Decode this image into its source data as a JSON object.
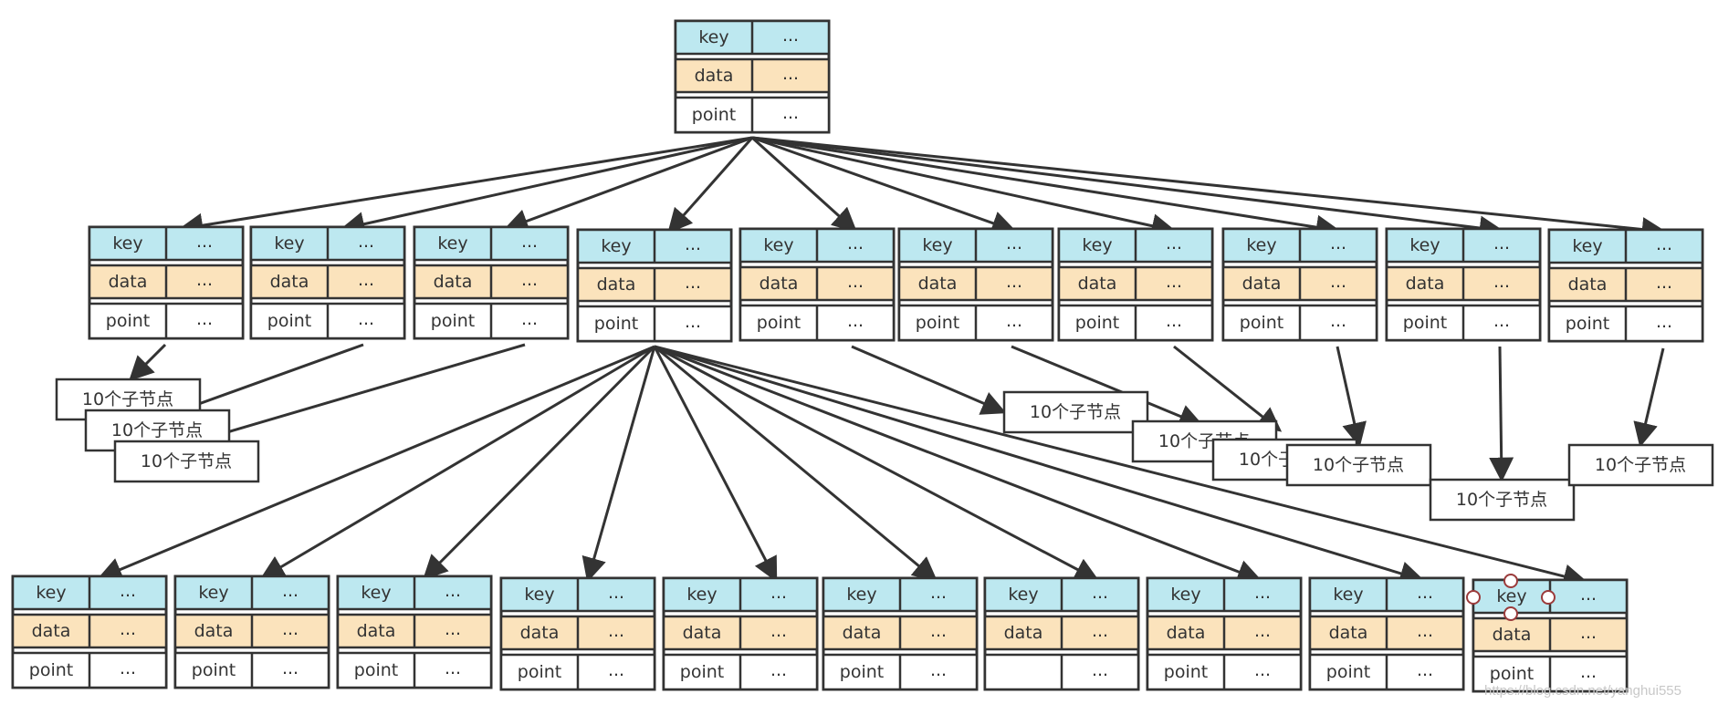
{
  "colors": {
    "key_fill": "#bde8f0",
    "data_fill": "#fbe3bc",
    "point_fill": "#ffffff",
    "stroke": "#333333",
    "arrow": "#333333",
    "handle": "#9b3b3b"
  },
  "node": {
    "key_label": "key",
    "data_label": "data",
    "point_label": "point",
    "value_label": "..."
  },
  "children_box_label": "10个子节点",
  "watermark": "https://blog.csdn.net/yanghui555"
}
